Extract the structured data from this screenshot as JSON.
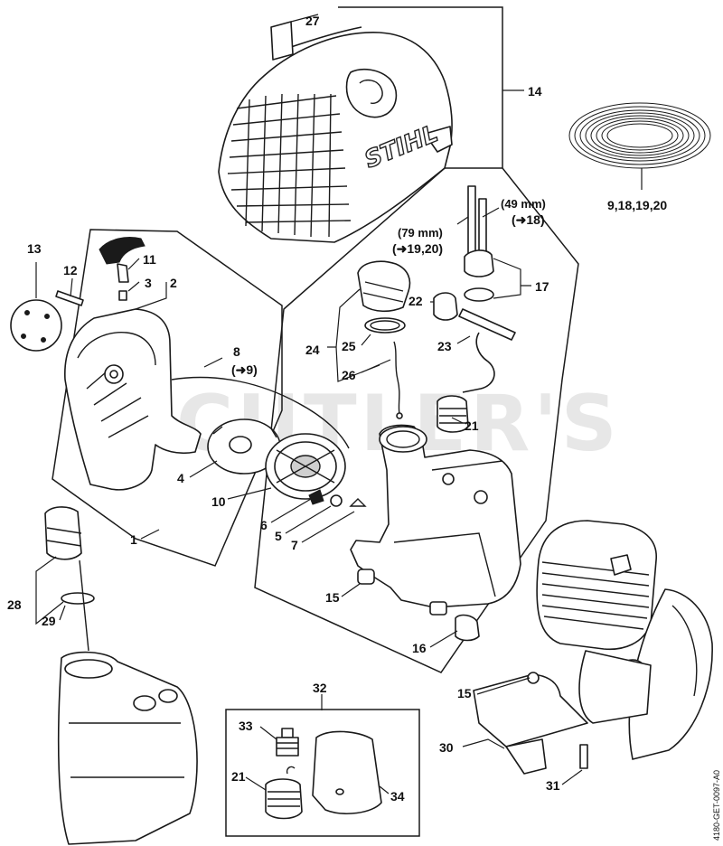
{
  "watermark": "CUTLER'S",
  "brand_on_cover": "STIHL",
  "document_id": "4180-GET-0097-A0",
  "callouts": {
    "c1": "1",
    "c2": "2",
    "c3": "3",
    "c4": "4",
    "c5": "5",
    "c6": "6",
    "c7": "7",
    "c8": "8",
    "c8_ref": "(➜9)",
    "c10": "10",
    "c11": "11",
    "c12": "12",
    "c13": "13",
    "c14": "14",
    "c15_tank": "15",
    "c15_bottom": "15",
    "c16": "16",
    "c17": "17",
    "c18_group": "9,18,19,20",
    "c21_tank": "21",
    "c21_box": "21",
    "c22": "22",
    "c23": "23",
    "c24": "24",
    "c25": "25",
    "c26": "26",
    "c27": "27",
    "c28": "28",
    "c29": "29",
    "c30": "30",
    "c31": "31",
    "c32": "32",
    "c33": "33",
    "c34": "34"
  },
  "hose_notes": {
    "long_length": "(79 mm)",
    "long_ref": "(➜19,20)",
    "short_length": "(49 mm)",
    "short_ref": "(➜18)"
  },
  "icons": [
    "fan-cover",
    "fuel-tank",
    "rewind-starter",
    "engine",
    "filler-cap",
    "fuel-filter",
    "air-filter",
    "tubing-coil"
  ]
}
